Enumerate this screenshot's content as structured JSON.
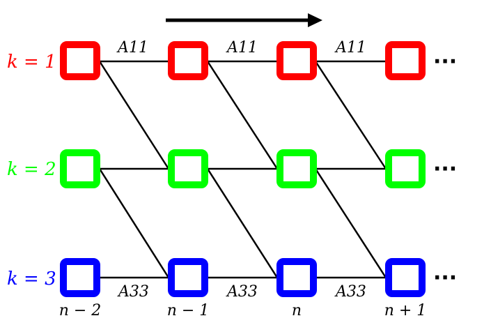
{
  "diagram": {
    "direction_arrow": "right",
    "states": [
      {
        "label": "k = 1",
        "color": "#ff0000"
      },
      {
        "label": "k = 2",
        "color": "#00ff00"
      },
      {
        "label": "k = 3",
        "color": "#0000ff"
      }
    ],
    "columns": [
      "n − 2",
      "n − 1",
      "n",
      "n + 1"
    ],
    "edge_labels_top": [
      "A11",
      "A11",
      "A11"
    ],
    "edge_labels_bottom": [
      "A33",
      "A33",
      "A33"
    ],
    "continuation": "···"
  }
}
